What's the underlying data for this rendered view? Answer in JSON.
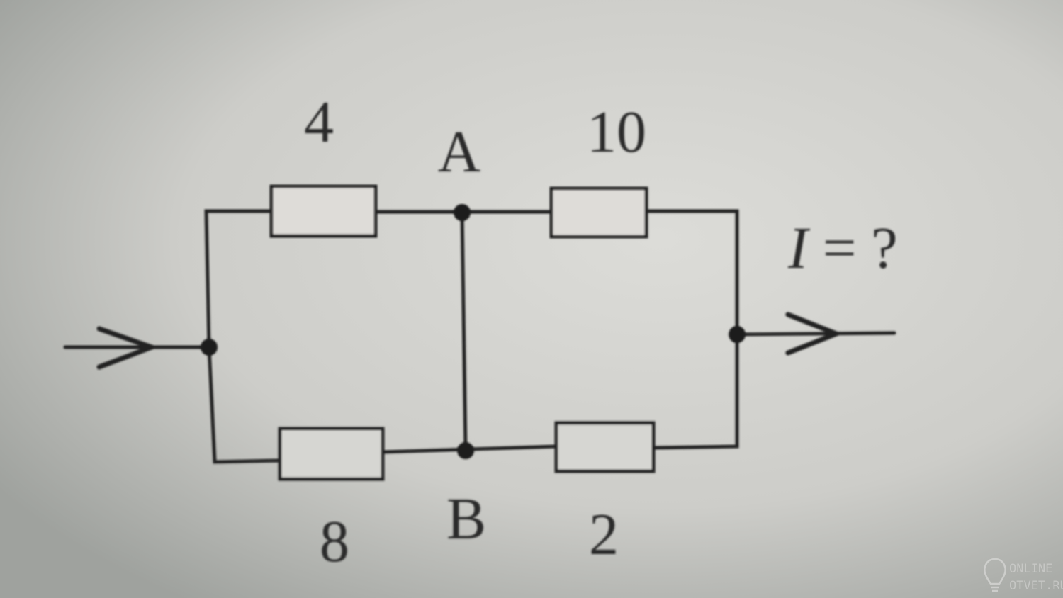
{
  "diagram": {
    "resistors": [
      {
        "id": "top-left",
        "label": "4"
      },
      {
        "id": "top-right",
        "label": "10"
      },
      {
        "id": "bottom-left",
        "label": "8"
      },
      {
        "id": "bottom-right",
        "label": "2"
      }
    ],
    "nodes": {
      "a": "A",
      "b": "B"
    },
    "current_label": {
      "symbol": "I",
      "rest": " = ?"
    }
  },
  "watermark": {
    "line1": "ONLINE",
    "line2": "OTVET.RU"
  },
  "colors": {
    "ink": "#1e1e1e",
    "paper": "#d8d8d4"
  }
}
